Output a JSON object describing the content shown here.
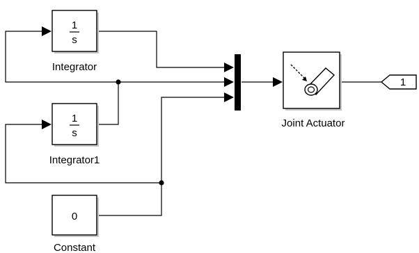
{
  "blocks": {
    "integrator": {
      "numerator": "1",
      "denominator": "s",
      "label": "Integrator"
    },
    "integrator1": {
      "numerator": "1",
      "denominator": "s",
      "label": "Integrator1"
    },
    "constant": {
      "value": "0",
      "label": "Constant"
    },
    "joint_actuator": {
      "label": "Joint Actuator",
      "icon": "joint-actuator-icon"
    },
    "mux": {
      "icon": "mux-bar"
    },
    "outport": {
      "value": "1"
    }
  }
}
